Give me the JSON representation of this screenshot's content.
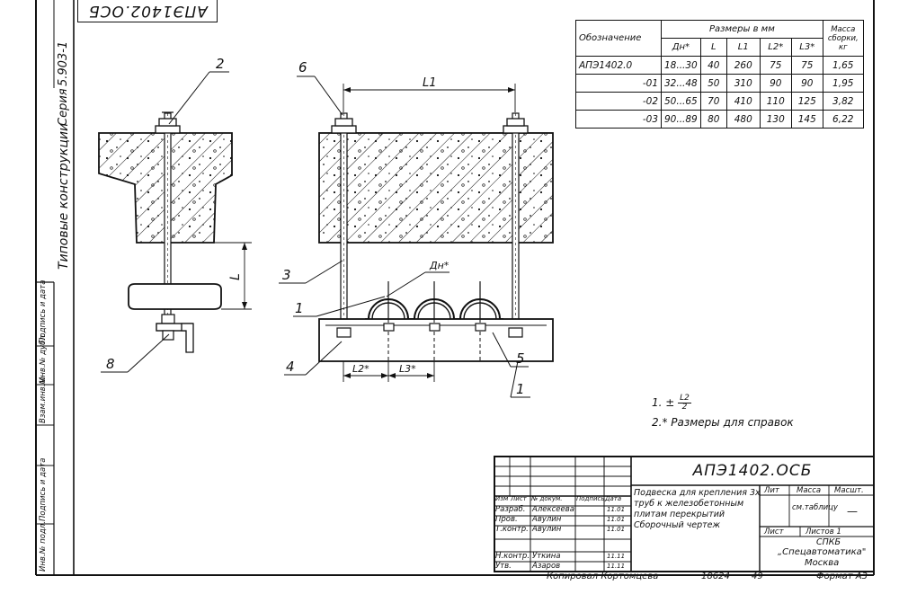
{
  "stamp_top": "АПЭ1402.ОСБ",
  "side_texts": {
    "series_label": "Серия",
    "series_number": "5.903-1",
    "typical": "Типовые конструкции"
  },
  "left_column_labels": [
    "Инв.№ подл.",
    "Подпись и дата",
    "Взам.инв.№",
    "Инв.№ дубл.",
    "Подпись и дата"
  ],
  "callouts": {
    "c2": "2",
    "c6": "6",
    "c3": "3",
    "c1a": "1",
    "c8": "8",
    "c4": "4",
    "c5": "5",
    "c1b": "1",
    "dn": "Дн*",
    "l_left": "L",
    "l1": "L1",
    "l2": "L2*",
    "l3": "L3*"
  },
  "dims_table": {
    "header_des": "Обозначение",
    "header_group": "Размеры в мм",
    "header_mass": "Масса сборки, кг",
    "cols": [
      "Дн*",
      "L",
      "L1",
      "L2*",
      "L3*"
    ],
    "rows": [
      {
        "des": "АПЭ1402.0",
        "dn": "18...30",
        "l": "40",
        "l1": "260",
        "l2": "75",
        "l3": "75",
        "mass": "1,65"
      },
      {
        "des": "-01",
        "dn": "32...48",
        "l": "50",
        "l1": "310",
        "l2": "90",
        "l3": "90",
        "mass": "1,95"
      },
      {
        "des": "-02",
        "dn": "50...65",
        "l": "70",
        "l1": "410",
        "l2": "110",
        "l3": "125",
        "mass": "3,82"
      },
      {
        "des": "-03",
        "dn": "90...89",
        "l": "80",
        "l1": "480",
        "l2": "130",
        "l3": "145",
        "mass": "6,22"
      }
    ]
  },
  "notes": {
    "n1_prefix": "1.",
    "n1_pm": "±",
    "n1_num": "L2",
    "n1_den": "2",
    "n2": "2.* Размеры для справок"
  },
  "title_block": {
    "code": "АПЭ1402.ОСБ",
    "description": "Подвеска для крепления 3х труб к железобетонным плитам перекрытий Сборочный чертеж",
    "head_cols": [
      "Изм",
      "Лист",
      "№ докум.",
      "Подпись",
      "Дата"
    ],
    "roles": [
      {
        "role": "Разраб.",
        "name": "Алексеева",
        "sign": "",
        "date": "11.01"
      },
      {
        "role": "Пров.",
        "name": "Авулин",
        "sign": "",
        "date": "11.01"
      },
      {
        "role": "Т.контр.",
        "name": "Авулин",
        "sign": "",
        "date": "11.01"
      },
      {
        "role": "Н.контр.",
        "name": "Уткина",
        "sign": "",
        "date": "11.11"
      },
      {
        "role": "Утв.",
        "name": "Азаров",
        "sign": "",
        "date": "11.11"
      }
    ],
    "lit_label": "Лит",
    "mass_label": "Масса",
    "scale_label": "Масшт.",
    "mass_value": "см.таблицу",
    "scale_value": "—",
    "sheet_label": "Лист",
    "sheets_label": "Листов 1",
    "org_line1": "СПКБ",
    "org_line2": "„Спецавтоматика\"",
    "org_line3": "Москва"
  },
  "bottom": {
    "copied": "Копировал Кортомцева",
    "num": "18624",
    "sheet": "49",
    "format": "Формат А3"
  }
}
